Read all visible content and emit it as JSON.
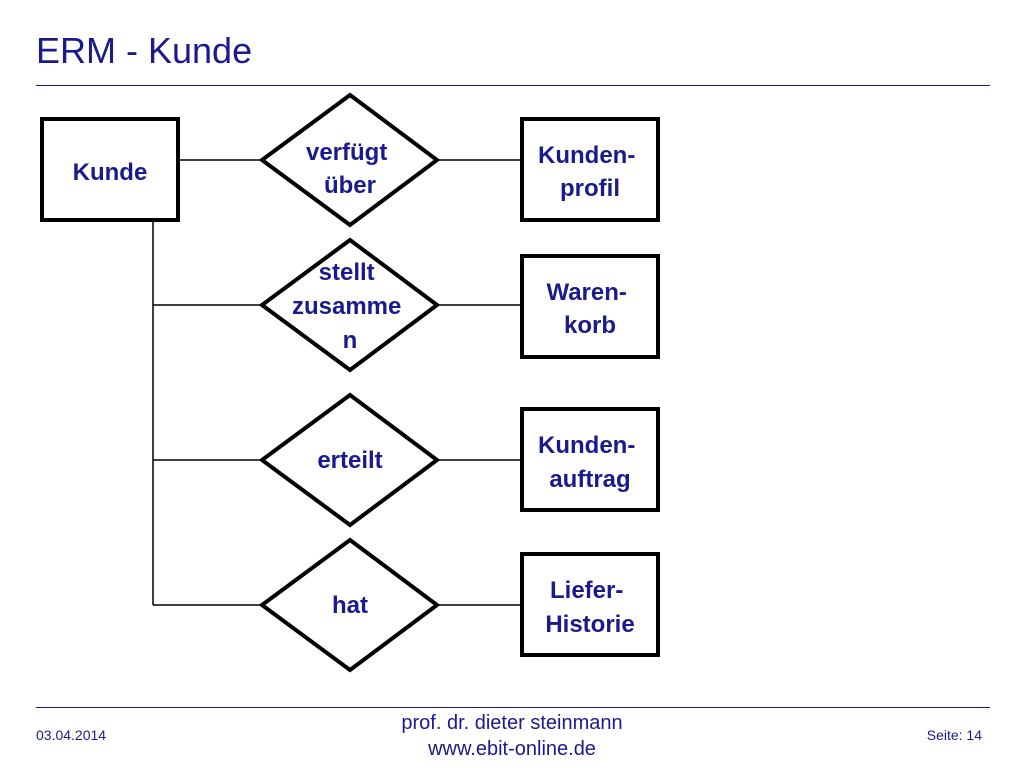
{
  "title": "ERM - Kunde",
  "diagram": {
    "main_entity": "Kunde",
    "relationships": [
      {
        "label_lines": [
          "verfügt",
          "über"
        ],
        "entity_lines": [
          "Kunden-",
          "profil"
        ]
      },
      {
        "label_lines": [
          "stellt",
          "zusamme",
          "n"
        ],
        "entity_lines": [
          "Waren-",
          "korb"
        ]
      },
      {
        "label_lines": [
          "erteilt"
        ],
        "entity_lines": [
          "Kunden-",
          "auftrag"
        ]
      },
      {
        "label_lines": [
          "hat"
        ],
        "entity_lines": [
          "Liefer-",
          "Historie"
        ]
      }
    ]
  },
  "footer": {
    "date": "03.04.2014",
    "author": "prof. dr. dieter steinmann",
    "website": "www.ebit-online.de",
    "page": "Seite: 14"
  },
  "colors": {
    "text": "#1a1a8c",
    "stroke": "#000000",
    "background": "#ffffff"
  }
}
